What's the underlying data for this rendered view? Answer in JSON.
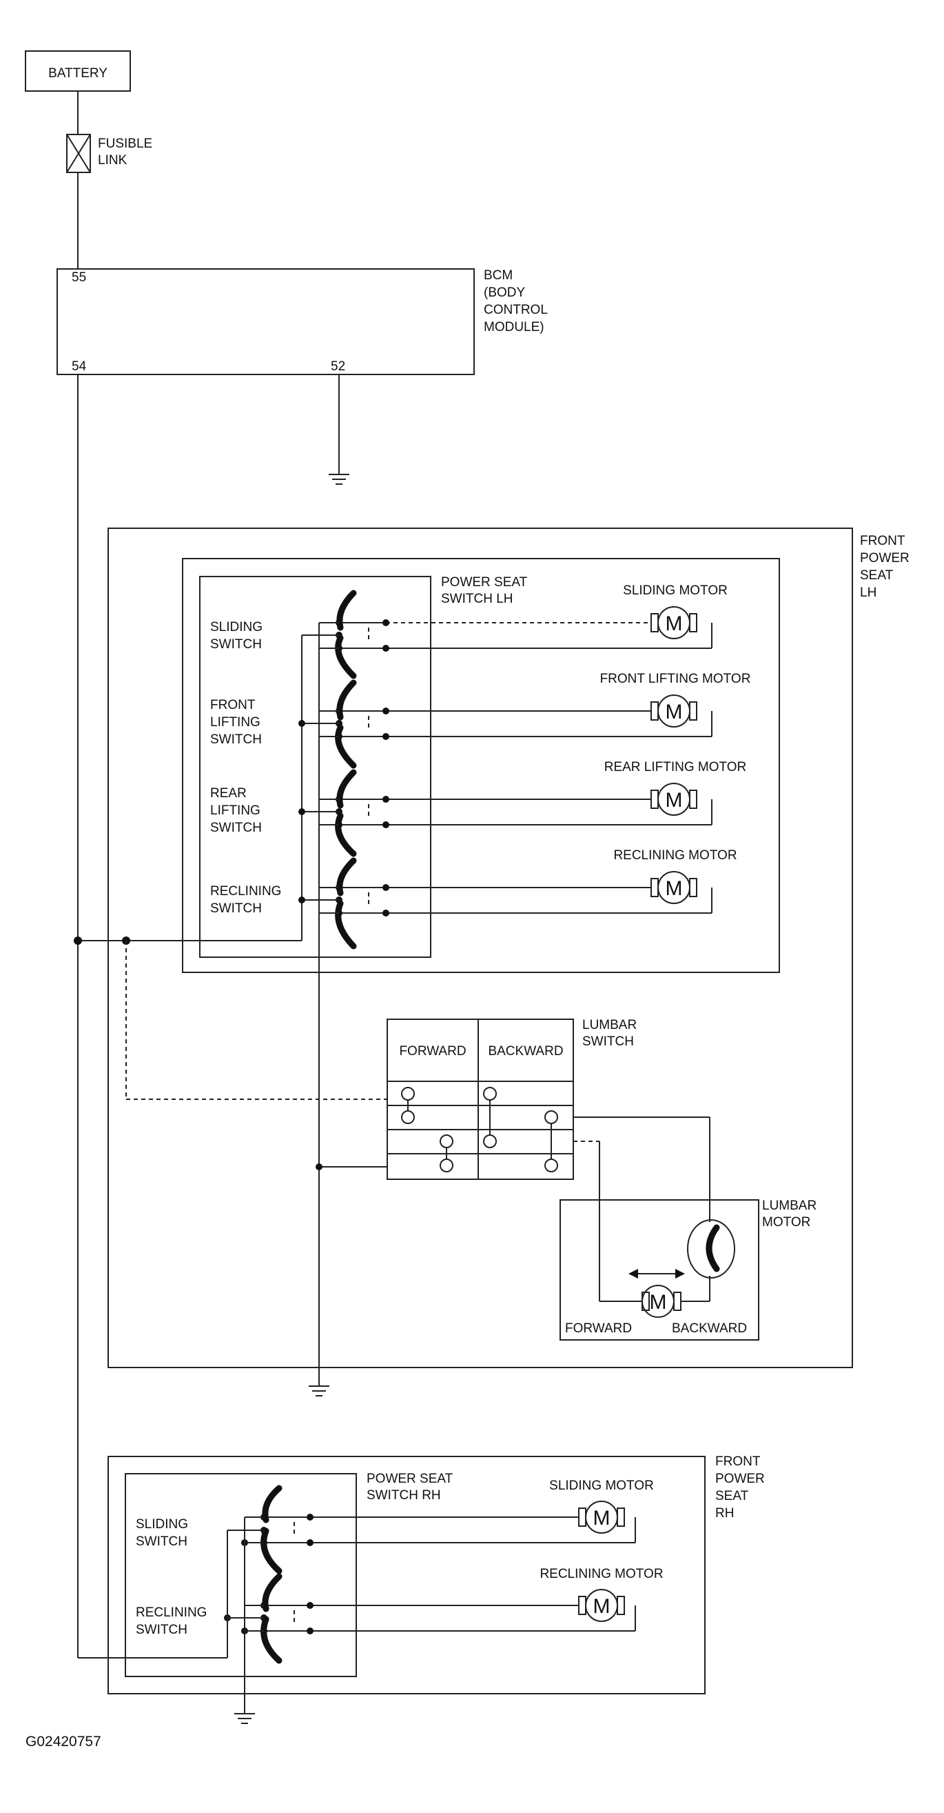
{
  "battery": "BATTERY",
  "fusible_link": [
    "FUSIBLE",
    "LINK"
  ],
  "bcm": {
    "label": [
      "BCM",
      "(BODY",
      "CONTROL",
      "MODULE)"
    ],
    "pin_top": "55",
    "pin_left": "54",
    "pin_right": "52"
  },
  "front_lh": {
    "label": [
      "FRONT",
      "POWER",
      "SEAT",
      "LH"
    ],
    "switch_label": [
      "POWER SEAT",
      "SWITCH LH"
    ],
    "switches": {
      "sliding": [
        "SLIDING",
        "SWITCH"
      ],
      "front_lifting": [
        "FRONT",
        "LIFTING",
        "SWITCH"
      ],
      "rear_lifting": [
        "REAR",
        "LIFTING",
        "SWITCH"
      ],
      "reclining": [
        "RECLINING",
        "SWITCH"
      ]
    },
    "motors": [
      "SLIDING MOTOR",
      "FRONT LIFTING MOTOR",
      "REAR LIFTING MOTOR",
      "RECLINING MOTOR"
    ],
    "lumbar_switch": {
      "label": [
        "LUMBAR",
        "SWITCH"
      ],
      "forward": "FORWARD",
      "backward": "BACKWARD"
    },
    "lumbar_motor": {
      "label": [
        "LUMBAR",
        "MOTOR"
      ],
      "forward": "FORWARD",
      "backward": "BACKWARD"
    }
  },
  "front_rh": {
    "label": [
      "FRONT",
      "POWER",
      "SEAT",
      "RH"
    ],
    "switch_label": [
      "POWER SEAT",
      "SWITCH RH"
    ],
    "switches": {
      "sliding": [
        "SLIDING",
        "SWITCH"
      ],
      "reclining": [
        "RECLINING",
        "SWITCH"
      ]
    },
    "motors": [
      "SLIDING MOTOR",
      "RECLINING MOTOR"
    ]
  },
  "motor_symbol": "M",
  "figure_id": "G02420757"
}
